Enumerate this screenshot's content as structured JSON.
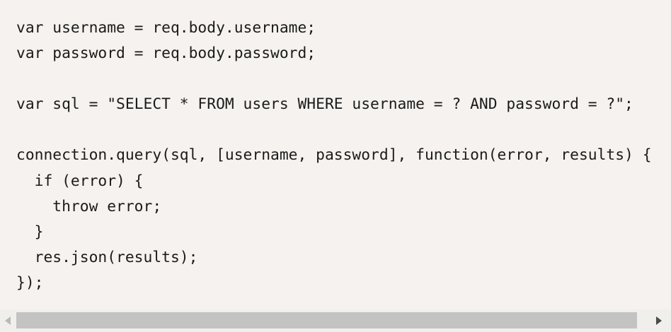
{
  "editor": {
    "language": "javascript",
    "background_color": "#f5f2ef",
    "text_color": "#1b1b1b",
    "lines": [
      "var username = req.body.username;",
      "var password = req.body.password;",
      "",
      "var sql = \"SELECT * FROM users WHERE username = ? AND password = ?\";",
      "",
      "connection.query(sql, [username, password], function(error, results) {",
      "  if (error) {",
      "    throw error;",
      "  }",
      "  res.json(results);",
      "});"
    ]
  },
  "scrollbar": {
    "orientation": "horizontal",
    "left_arrow_icon": "triangle-left-icon",
    "right_arrow_icon": "triangle-right-icon",
    "left_arrow_color": "#b9b9b9",
    "right_arrow_color": "#4a4a4a",
    "thumb_color": "#c3c3c3",
    "track_color": "#f1efec",
    "thumb_position_percent": 0
  }
}
